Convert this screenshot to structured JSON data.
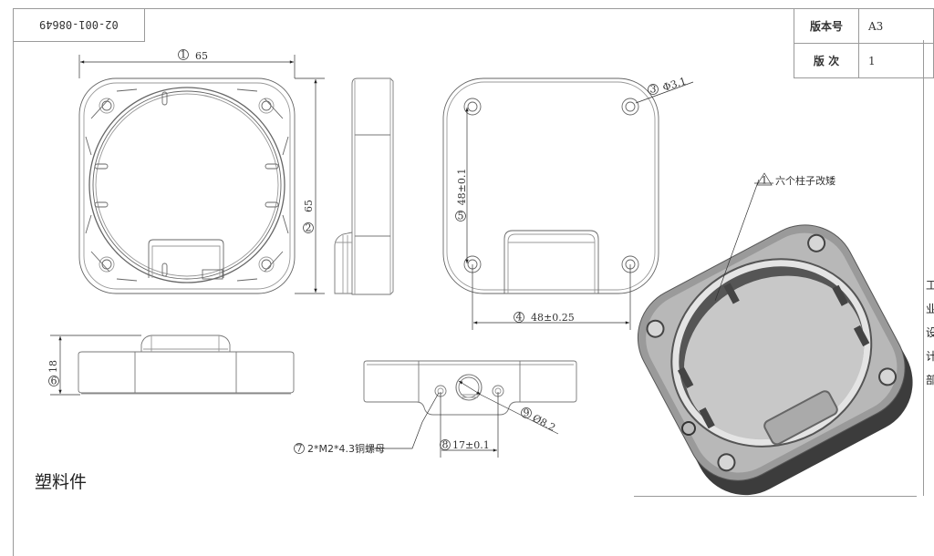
{
  "drawing": {
    "drawing_number": "02-001-08649",
    "material": "塑料件",
    "title_block": [
      {
        "key": "版本号",
        "value": "A3"
      },
      {
        "key": "版 次",
        "value": "1"
      }
    ],
    "side_notes": [
      "工",
      "业",
      "设",
      "计",
      "部"
    ]
  },
  "views": {
    "top_view": {
      "dims": [
        {
          "id": "1",
          "text": "65",
          "orientation": "horizontal"
        },
        {
          "id": "2",
          "text": "65",
          "orientation": "vertical"
        }
      ]
    },
    "bottom_view": {
      "dims": [
        {
          "id": "3",
          "text": "Φ3.1"
        },
        {
          "id": "4",
          "text": "48±0.25"
        },
        {
          "id": "5",
          "text": "48±0.1"
        }
      ]
    },
    "front_view": {
      "dims": [
        {
          "id": "6",
          "text": "18"
        }
      ]
    },
    "rear_view": {
      "dims": [
        {
          "id": "7",
          "text": "2*M2*4.3铜螺母"
        },
        {
          "id": "8",
          "text": "17±0.1"
        },
        {
          "id": "9",
          "text": "Ø8.2"
        }
      ]
    },
    "iso_view": {
      "note_marker": "1",
      "note": "六个柱子改矮"
    }
  },
  "colors": {
    "line": "#555555",
    "frame": "#9a9a9a",
    "iso_dark": "#3c3c3c",
    "iso_mid": "#8a8a8a",
    "iso_light": "#c8c8c8"
  }
}
